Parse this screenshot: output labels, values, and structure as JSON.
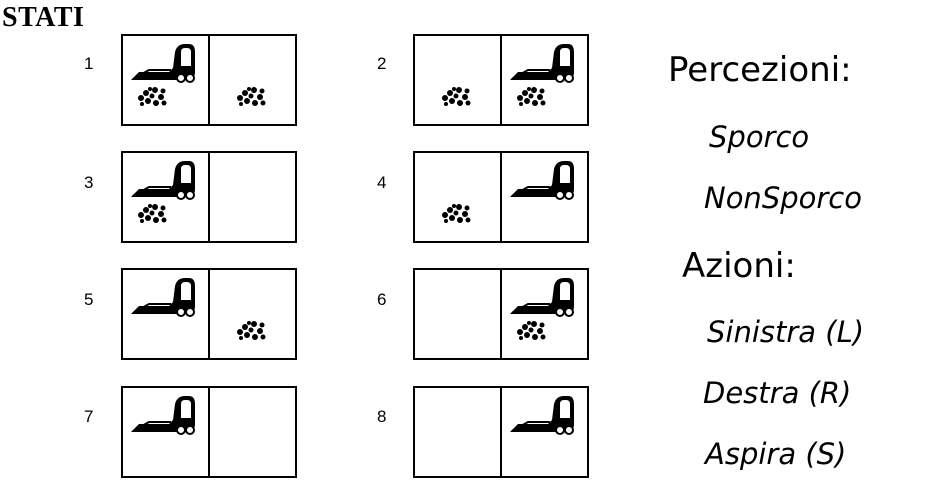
{
  "title": "STATI",
  "states": [
    {
      "num": "1",
      "left": {
        "vacuum": true,
        "dirt": true
      },
      "right": {
        "vacuum": false,
        "dirt": true
      }
    },
    {
      "num": "2",
      "left": {
        "vacuum": false,
        "dirt": true
      },
      "right": {
        "vacuum": true,
        "dirt": true
      }
    },
    {
      "num": "3",
      "left": {
        "vacuum": true,
        "dirt": true
      },
      "right": {
        "vacuum": false,
        "dirt": false
      }
    },
    {
      "num": "4",
      "left": {
        "vacuum": false,
        "dirt": true
      },
      "right": {
        "vacuum": true,
        "dirt": false
      }
    },
    {
      "num": "5",
      "left": {
        "vacuum": true,
        "dirt": false
      },
      "right": {
        "vacuum": false,
        "dirt": true
      }
    },
    {
      "num": "6",
      "left": {
        "vacuum": false,
        "dirt": false
      },
      "right": {
        "vacuum": true,
        "dirt": true
      }
    },
    {
      "num": "7",
      "left": {
        "vacuum": true,
        "dirt": false
      },
      "right": {
        "vacuum": false,
        "dirt": false
      }
    },
    {
      "num": "8",
      "left": {
        "vacuum": false,
        "dirt": false
      },
      "right": {
        "vacuum": true,
        "dirt": false
      }
    }
  ],
  "icons": {
    "vacuum": "vacuum-cleaner-icon",
    "dirt": "dirt-icon"
  },
  "percezioni": {
    "heading": "Percezioni:",
    "items": [
      "Sporco",
      "NonSporco"
    ]
  },
  "azioni": {
    "heading": "Azioni:",
    "items": [
      "Sinistra (L)",
      "Destra (R)",
      "Aspira (S)"
    ]
  }
}
